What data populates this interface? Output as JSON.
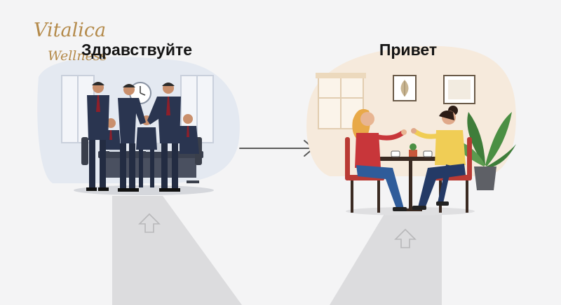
{
  "headings": {
    "left": "Здравствуйте",
    "right": "Привет"
  },
  "logo": {
    "line1": "Vitalica",
    "line2": "Wellness"
  },
  "colors": {
    "background": "#f4f4f5",
    "blob_left": "#e4e9f1",
    "blob_right": "#f6eadc",
    "suit": "#2a3550",
    "tie": "#8e1f2a",
    "logo_gold": "#b48a4a",
    "arrow": "#5a5a5a",
    "path_beam": "#dcdcde",
    "woman_left_shirt": "#c8363a",
    "woman_right_shirt": "#f0cd55",
    "chair_red": "#b93a34"
  },
  "icons": [
    "arrow-right-icon",
    "up-arrow-icon",
    "wall-clock-icon",
    "plant-icon",
    "leaf-picture-icon",
    "coffee-cup-icon",
    "laptop-icon"
  ]
}
